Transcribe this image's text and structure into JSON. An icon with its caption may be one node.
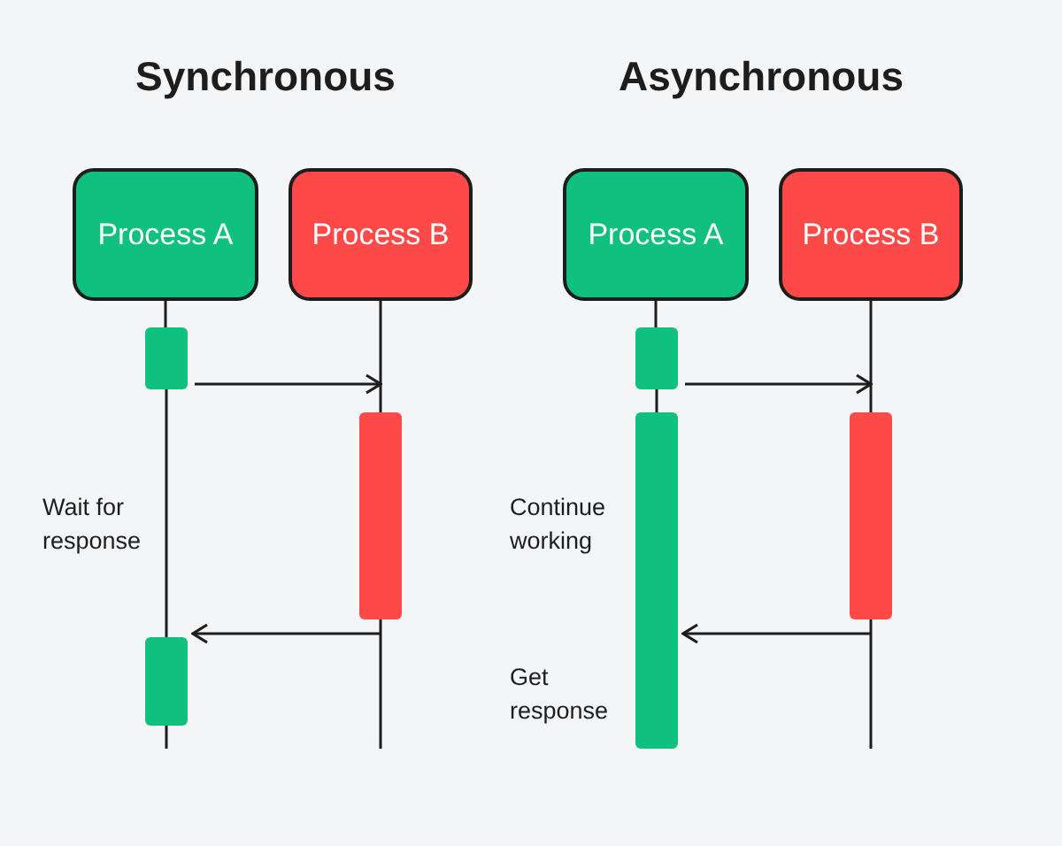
{
  "diagram": {
    "nodes": [
      {
        "text": [
          "Process A"
        ]
      },
      {
        "text": [
          "Process B"
        ]
      },
      {
        "text": [
          "Process A"
        ]
      },
      {
        "text": [
          "Process B"
        ]
      },
      {
        "text": [],
        "shape": "bar"
      },
      {
        "text": [],
        "shape": "bar"
      },
      {
        "text": [],
        "shape": "bar"
      },
      {
        "text": [],
        "shape": "bar"
      },
      {
        "text": [],
        "shape": "bar"
      },
      {
        "text": [],
        "shape": "bar"
      }
    ],
    "edges": [
      {
        "from": 0,
        "to": 4,
        "arrow": "none"
      },
      {
        "from": 4,
        "to": 6,
        "arrow": "none"
      },
      {
        "from": 6,
        "to": null,
        "arrow": "none"
      },
      {
        "from": 1,
        "to": 5,
        "arrow": "none"
      },
      {
        "from": 5,
        "to": null,
        "arrow": "none"
      },
      {
        "from": 4,
        "to": 5,
        "arrow": "to"
      },
      {
        "from": 5,
        "to": 6,
        "arrow": "to"
      },
      {
        "from": 2,
        "to": 7,
        "arrow": "none"
      },
      {
        "from": 7,
        "to": 8,
        "arrow": "none"
      },
      {
        "from": 3,
        "to": 9,
        "arrow": "none"
      },
      {
        "from": 9,
        "to": null,
        "arrow": "none"
      },
      {
        "from": 7,
        "to": 9,
        "arrow": "to"
      },
      {
        "from": 9,
        "to": 8,
        "arrow": "to"
      }
    ],
    "labels": [
      "Synchronous",
      "Asynchronous",
      "Wait for response",
      "Continue working",
      "Get response"
    ]
  }
}
